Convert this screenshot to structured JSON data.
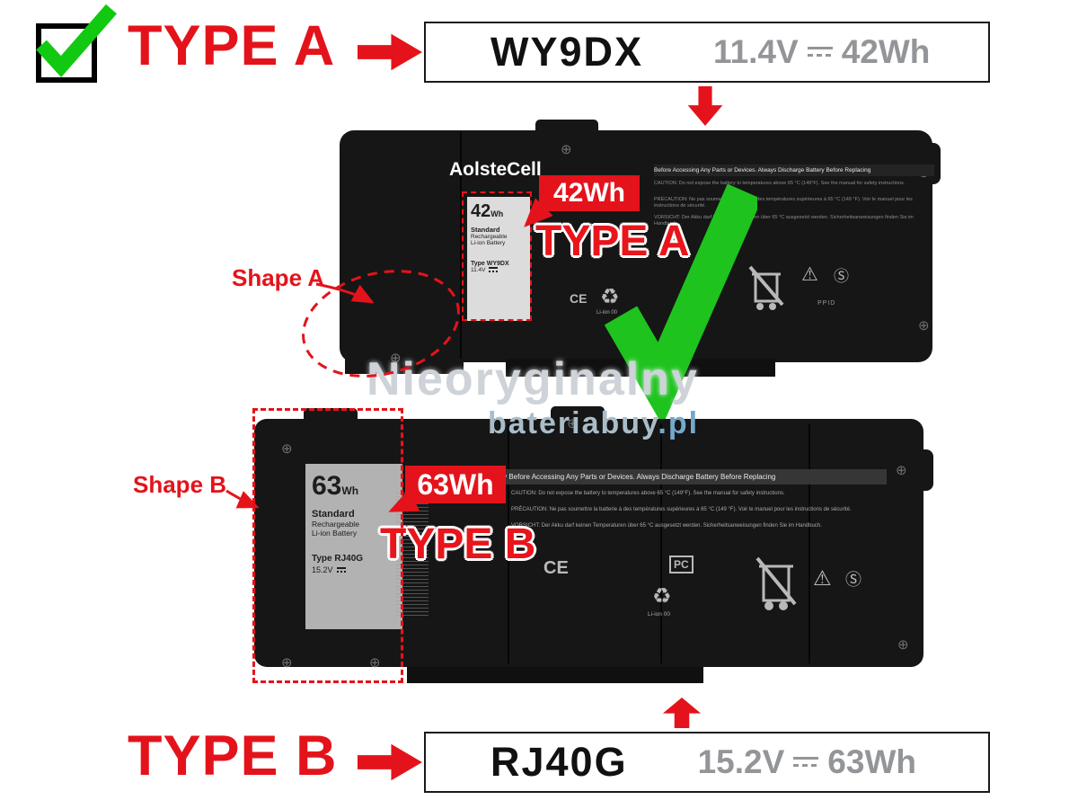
{
  "top_bar": {
    "type_label": "TYPE A",
    "model": "WY9DX",
    "voltage": "11.4V",
    "capacity": "42Wh"
  },
  "bottom_bar": {
    "type_label": "TYPE B",
    "model": "RJ40G",
    "voltage": "15.2V",
    "capacity": "63Wh"
  },
  "watermark": {
    "line1": "Nieoryginalny",
    "line2a": "bateriabuy",
    "line2b": ".pl"
  },
  "annotations": {
    "shape_a": "Shape A",
    "shape_b": "Shape B"
  },
  "battery_a": {
    "brand": "AolsteCell",
    "badge": "42Wh",
    "type_overlay": "TYPE A",
    "warning_band": "Before Accessing Any Parts or Devices. Always Discharge Battery Before Replacing",
    "caution_lines": [
      "CAUTION: Do not expose the battery to temperatures above 65 °C (149°F). See the manual for safety instructions.",
      "PRÉCAUTION: Ne pas soumettre la batterie à des températures supérieures à 65 °C (149 °F). Voir le manuel pour les instructions de sécurité.",
      "VORSICHT: Der Akku darf keinen Temperaturen über 65 °C ausgesetzt werden. Sicherheitsanweisungen finden Sie im Handbuch."
    ],
    "label": {
      "capacity_num": "42",
      "capacity_unit": "Wh",
      "material1": "Standard",
      "material2": "Rechargeable",
      "material3": "Li-ion Battery",
      "type": "Type WY9DX",
      "voltage": "11.4V"
    },
    "ppid": "PPID",
    "li_ion": "Li-ion 00"
  },
  "battery_b": {
    "badge": "63Wh",
    "type_overlay": "TYPE B",
    "warning_band": "ery Before Accessing Any Parts or Devices. Always Discharge Battery Before Replacing",
    "caution_lines": [
      "CAUTION: Do not expose the battery to temperatures above 65 °C (149°F). See the manual for safety instructions.",
      "PRÉCAUTION: Ne pas soumettre la batterie à des températures supérieures à 65 °C (149 °F). Voir le manuel pour les instructions de sécurité.",
      "VORSICHT: Der Akku darf keinen Temperaturen über 65 °C ausgesetzt werden. Sicherheitsanweisungen finden Sie im Handbuch."
    ],
    "label": {
      "capacity_num": "63",
      "capacity_unit": "Wh",
      "material1": "Standard",
      "material2": "Rechargeable",
      "material3": "Li-ion Battery",
      "type": "Type RJ40G",
      "voltage": "15.2V"
    },
    "li_ion": "Li-ion 00"
  },
  "icons": {
    "recycle": "♻",
    "warning": "⚠",
    "screw": "⊕",
    "s_circle": "Ⓢ",
    "ce": "CE",
    "pc": "PC"
  }
}
